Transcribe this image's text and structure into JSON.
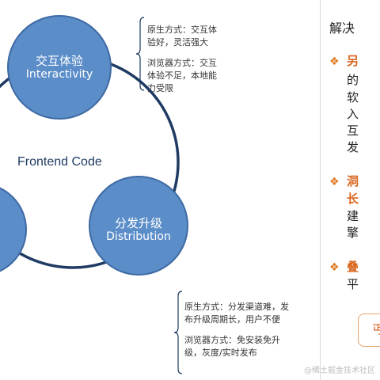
{
  "diagram": {
    "center_label": "Frontend Code",
    "nodes": [
      {
        "zh": "交互体验",
        "en": "Interactivity"
      },
      {
        "zh": "分发升级",
        "en": "Distribution"
      }
    ],
    "notes": [
      {
        "line1": "原生方式：交互体验好，灵活强大",
        "line2": "浏览器方式：交互体验不足，本地能力受限"
      },
      {
        "line1": "原生方式：分发渠道难，发布升级周期长，用户不便",
        "line2": "浏览器方式：免安装免升级，灰度/实时发布"
      }
    ],
    "colors": {
      "node_fill": "#5b8dc9",
      "ring": "#1f3b63",
      "accent": "#e07a23"
    }
  },
  "right_panel": {
    "title": "解决",
    "bullet_glyph": "❖",
    "items": [
      {
        "head": "另",
        "lines": [
          "的",
          "软",
          "入",
          "互",
          "发"
        ]
      },
      {
        "head": "洞",
        "lines": [
          "长",
          "建",
          "擎"
        ]
      },
      {
        "head": "叠",
        "lines": [
          "平"
        ]
      }
    ],
    "ref_text": "丐"
  },
  "watermark": "@稀土掘金技术社区"
}
